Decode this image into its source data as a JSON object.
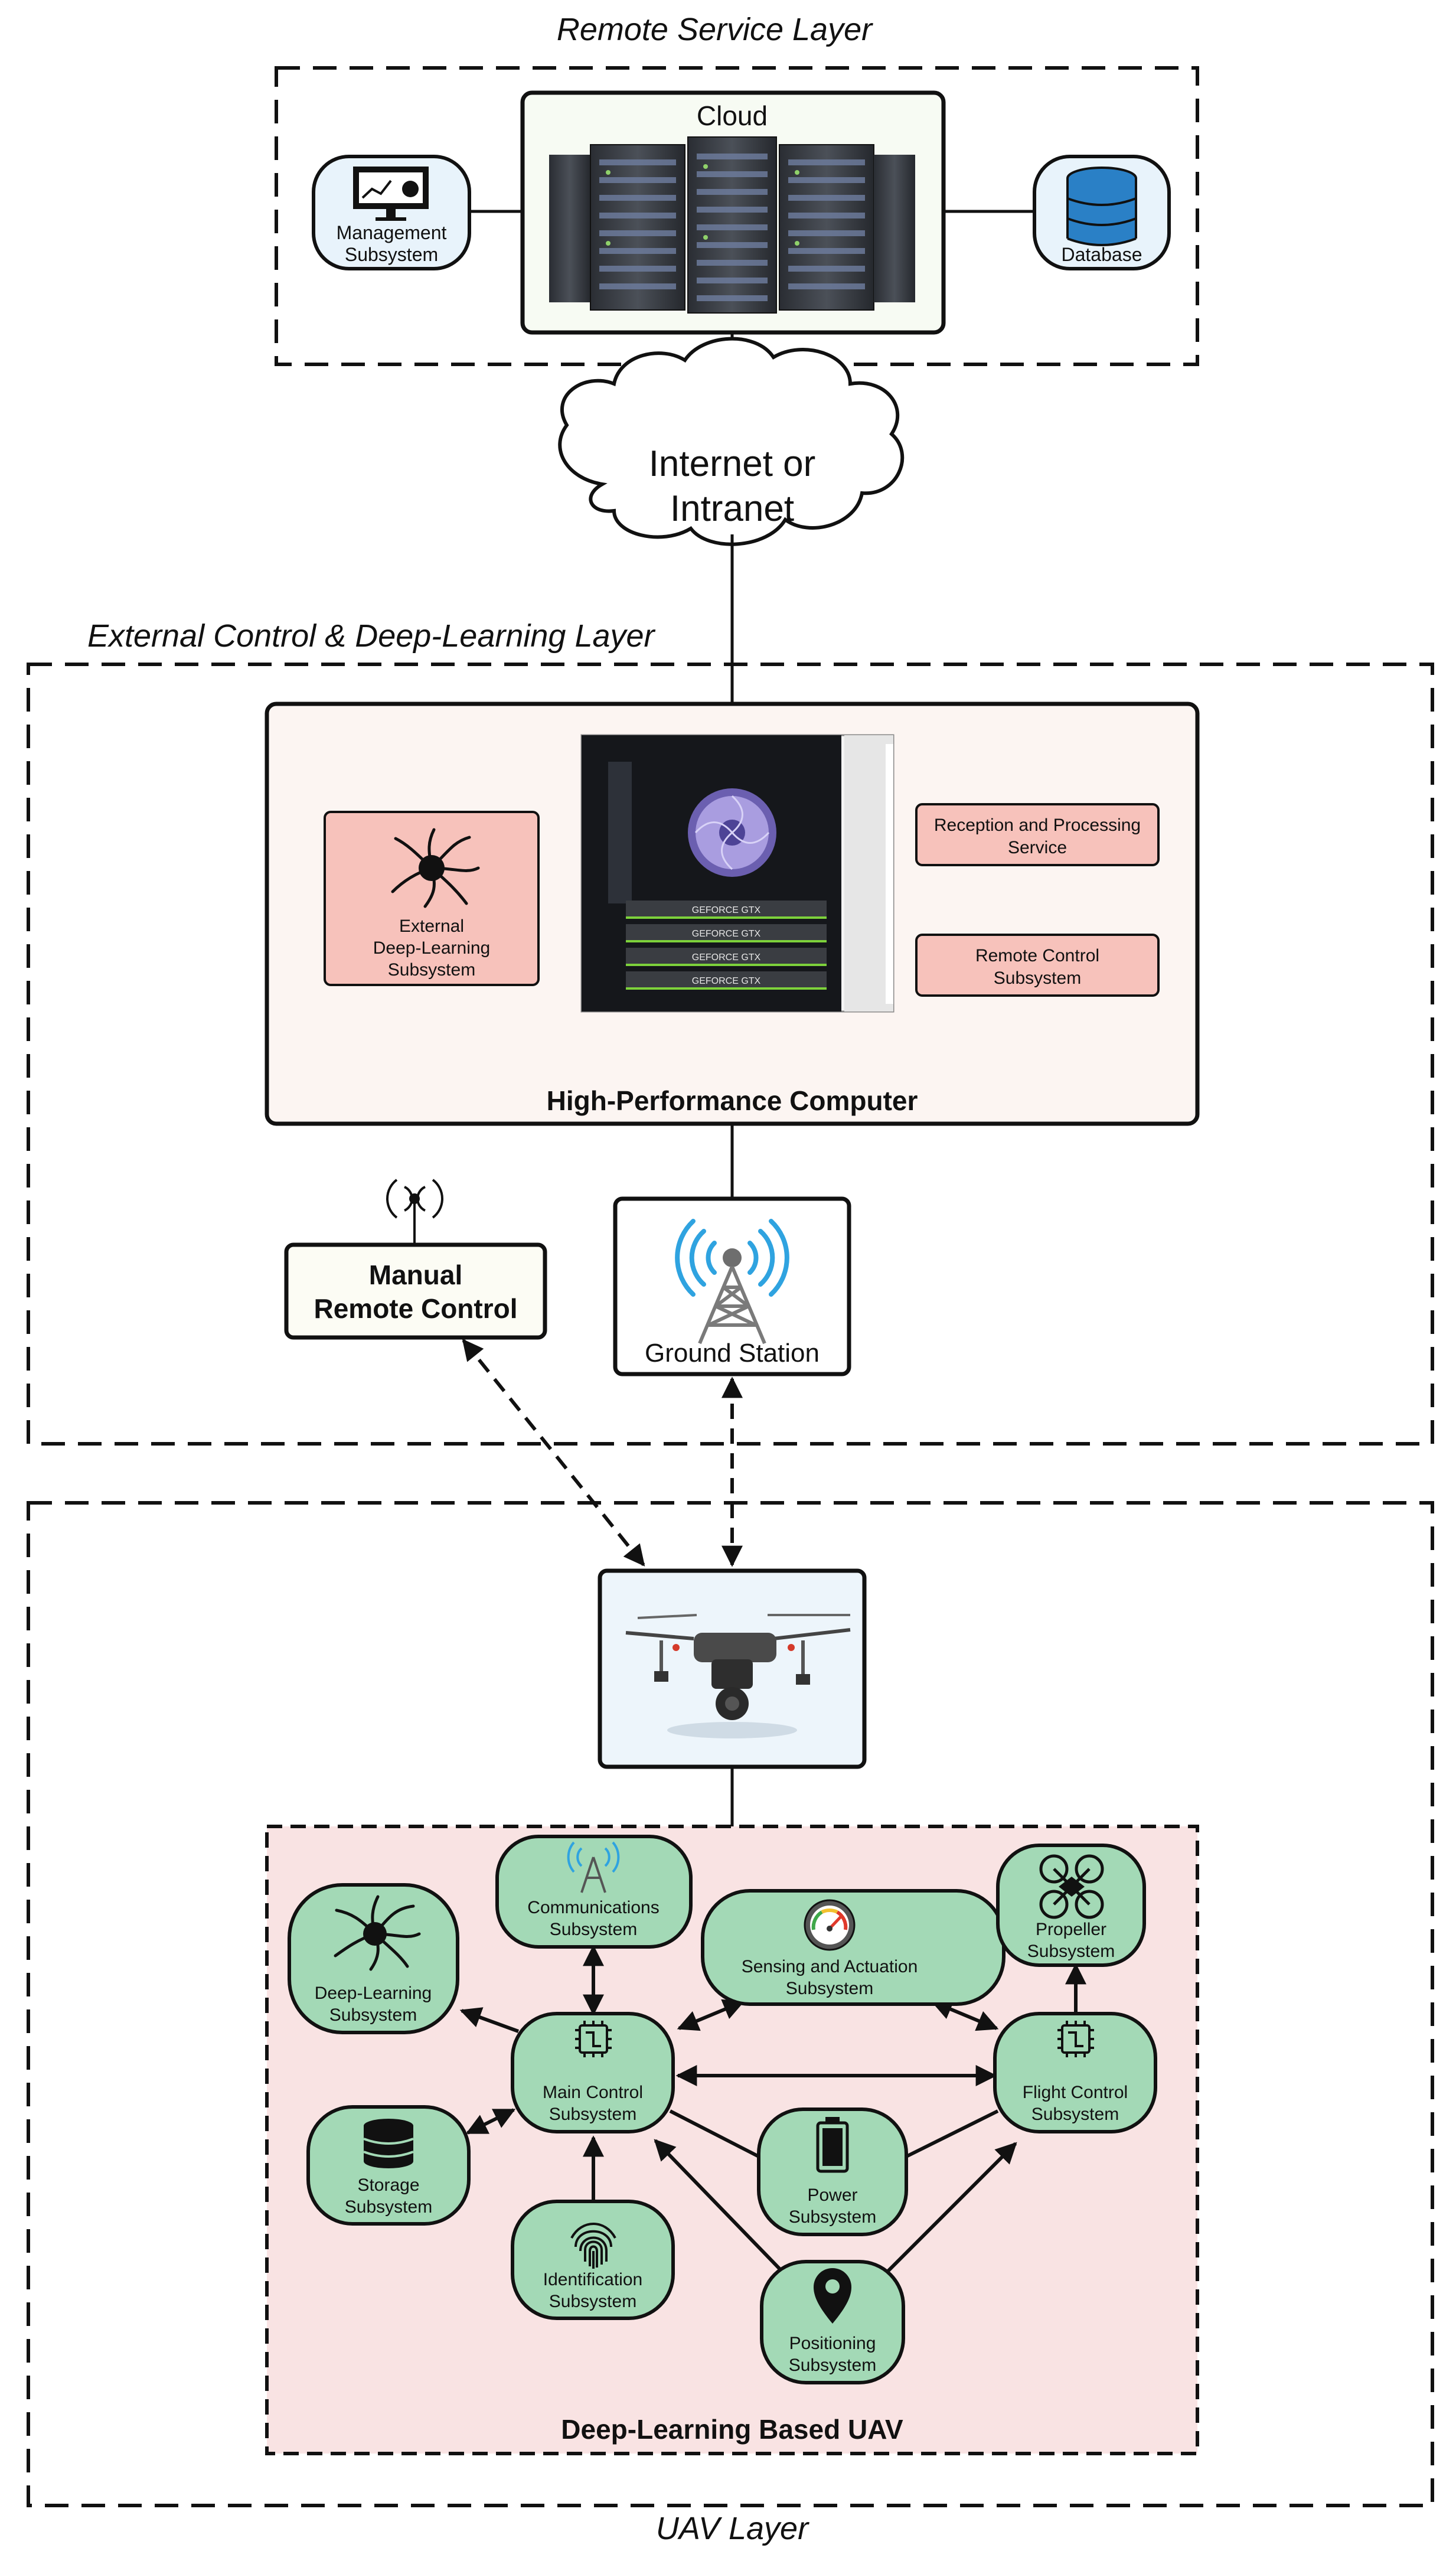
{
  "layers": {
    "remote": "Remote Service Layer",
    "external": "External Control & Deep-Learning Layer",
    "uav": "UAV Layer"
  },
  "remote_service": {
    "cloud": "Cloud",
    "management": [
      "Management",
      "Subsystem"
    ],
    "database": "Database"
  },
  "network": [
    "Internet or",
    "Intranet"
  ],
  "hpc": {
    "title": "High-Performance Computer",
    "external_dl": [
      "External",
      "Deep-Learning",
      "Subsystem"
    ],
    "reception": [
      "Reception and Processing",
      "Service"
    ],
    "remote_control": [
      "Remote Control",
      "Subsystem"
    ],
    "gpu_labels": [
      "GEFORCE GTX",
      "GEFORCE GTX",
      "GEFORCE GTX",
      "GEFORCE GTX"
    ]
  },
  "manual_remote": [
    "Manual",
    "Remote Control"
  ],
  "ground_station": "Ground Station",
  "uav_box_title": "Deep-Learning Based UAV",
  "uav_nodes": {
    "communications": [
      "Communications",
      "Subsystem"
    ],
    "sensing": [
      "Sensing and Actuation",
      "Subsystem"
    ],
    "propeller": [
      "Propeller",
      "Subsystem"
    ],
    "deep_learning": [
      "Deep-Learning",
      "Subsystem"
    ],
    "main_control": [
      "Main Control",
      "Subsystem"
    ],
    "flight_control": [
      "Flight Control",
      "Subsystem"
    ],
    "storage": [
      "Storage",
      "Subsystem"
    ],
    "power": [
      "Power",
      "Subsystem"
    ],
    "identification": [
      "Identification",
      "Subsystem"
    ],
    "positioning": [
      "Positioning",
      "Subsystem"
    ]
  },
  "colors": {
    "uav_node_fill": "#a3d9b6",
    "uav_area_fill": "#f9e3e3",
    "hpc_fill": "#fcf5f2",
    "hpc_sub_fill": "#f7c2bb",
    "remote_node_fill": "#e8f3fb",
    "drone_fill": "#edf5fb",
    "accent_blue": "#2fa3e0"
  }
}
